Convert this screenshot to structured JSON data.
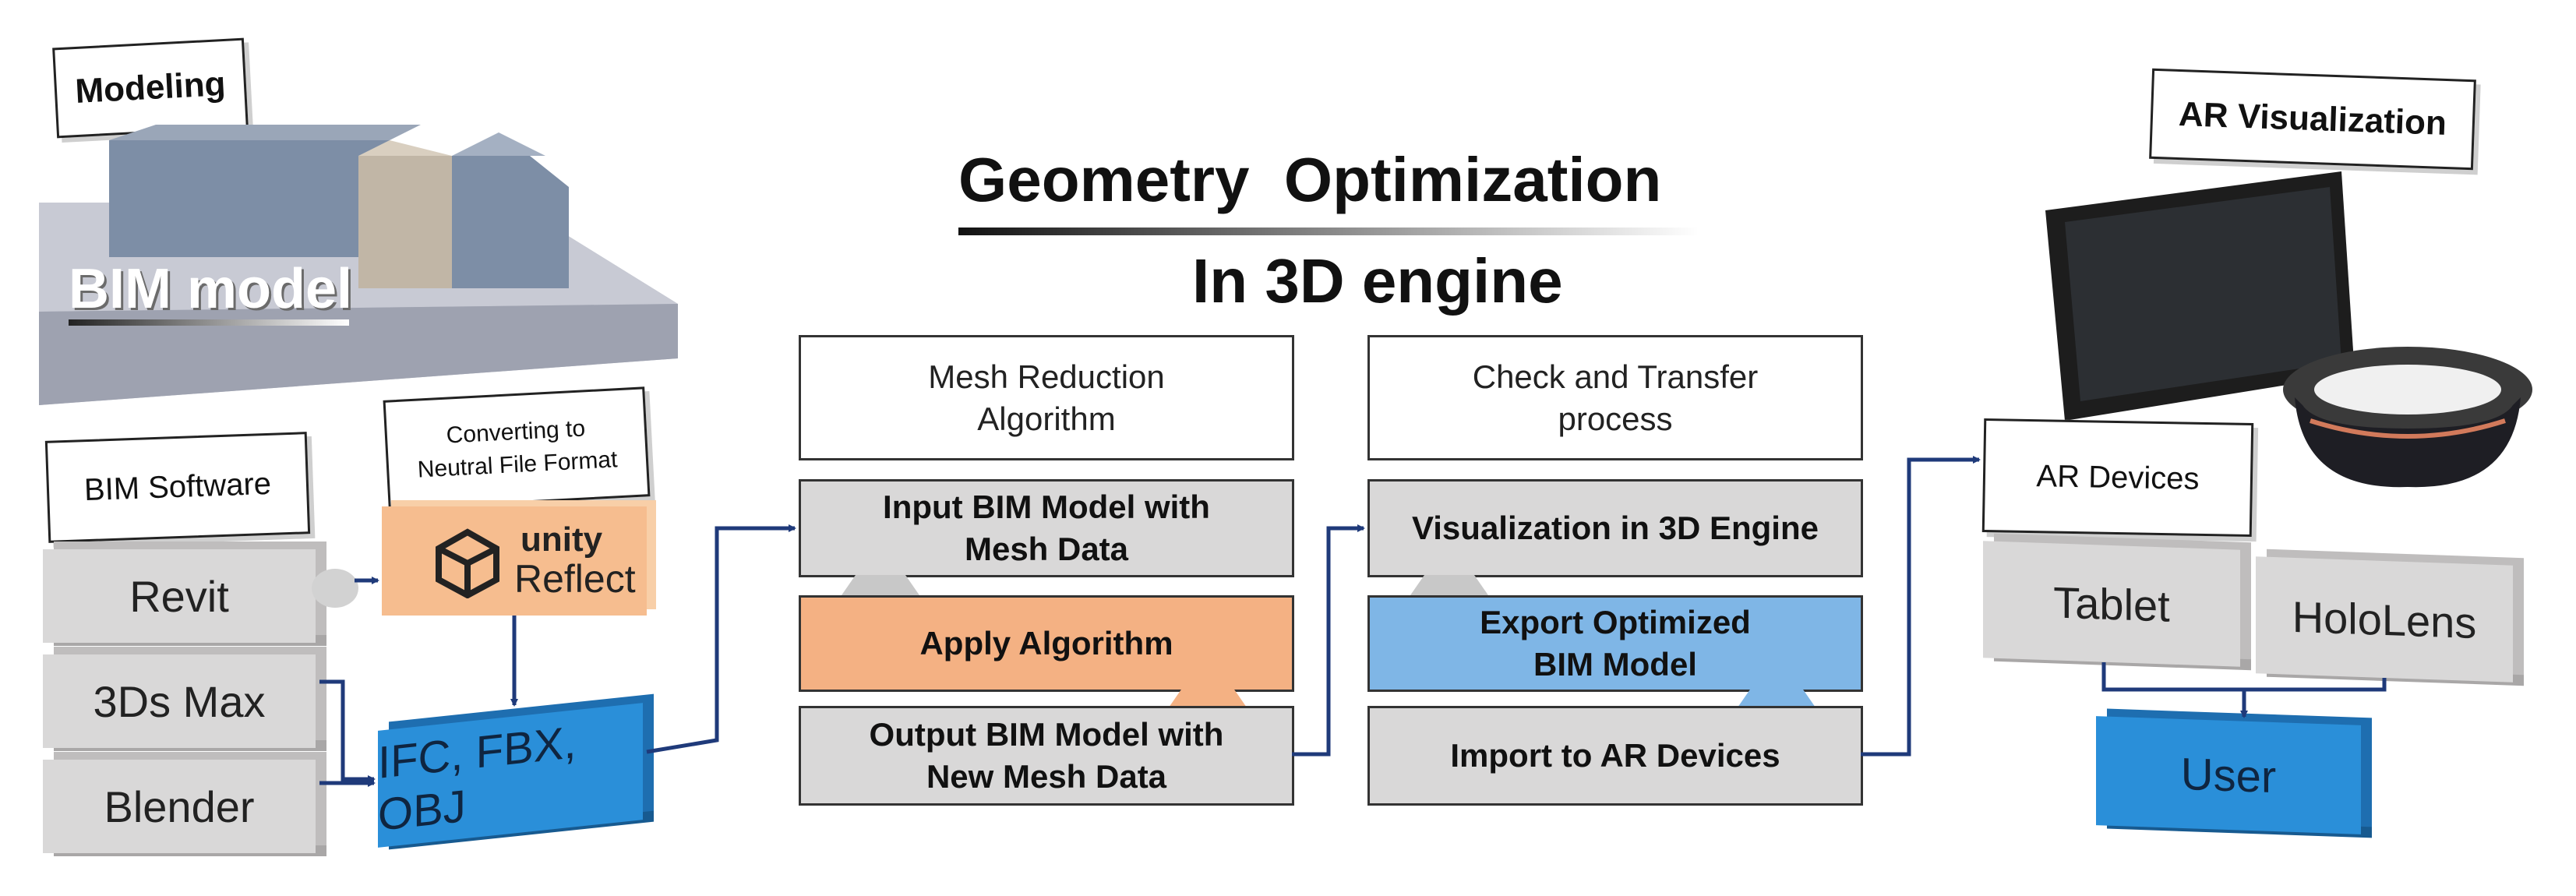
{
  "modeling": {
    "label": "Modeling",
    "bim_model_label": "BIM model",
    "bim_software_label": "BIM Software",
    "software": [
      "Revit",
      "3Ds Max",
      "Blender"
    ],
    "converting_label_line1": "Converting to",
    "converting_label_line2": "Neutral File Format",
    "unity_word": "unity",
    "reflect_word": "Reflect",
    "formats": "IFC, FBX, OBJ"
  },
  "optimization": {
    "title_line1": "Geometry  Optimization",
    "title_line2": "In 3D engine",
    "mesh_header_line1": "Mesh Reduction",
    "mesh_header_line2": "Algorithm",
    "mesh_steps": [
      {
        "line1": "Input BIM Model with",
        "line2": "Mesh Data"
      },
      {
        "line1": "Apply Algorithm",
        "line2": ""
      },
      {
        "line1": "Output BIM Model with",
        "line2": "New Mesh Data"
      }
    ],
    "check_header_line1": "Check and Transfer",
    "check_header_line2": "process",
    "check_steps": [
      {
        "line1": "Visualization in 3D Engine",
        "line2": ""
      },
      {
        "line1": "Export Optimized",
        "line2": "BIM Model"
      },
      {
        "line1": "Import to AR Devices",
        "line2": ""
      }
    ]
  },
  "ar": {
    "label": "AR Visualization",
    "devices_label": "AR Devices",
    "devices": [
      "Tablet",
      "HoloLens"
    ],
    "user": "User"
  },
  "colors": {
    "gray_box": "#d9d8d8",
    "orange_box": "#f4b183",
    "light_blue_box": "#7fb6e6",
    "blue_block": "#2a8fd9",
    "arrow": "#1f3a7a"
  }
}
